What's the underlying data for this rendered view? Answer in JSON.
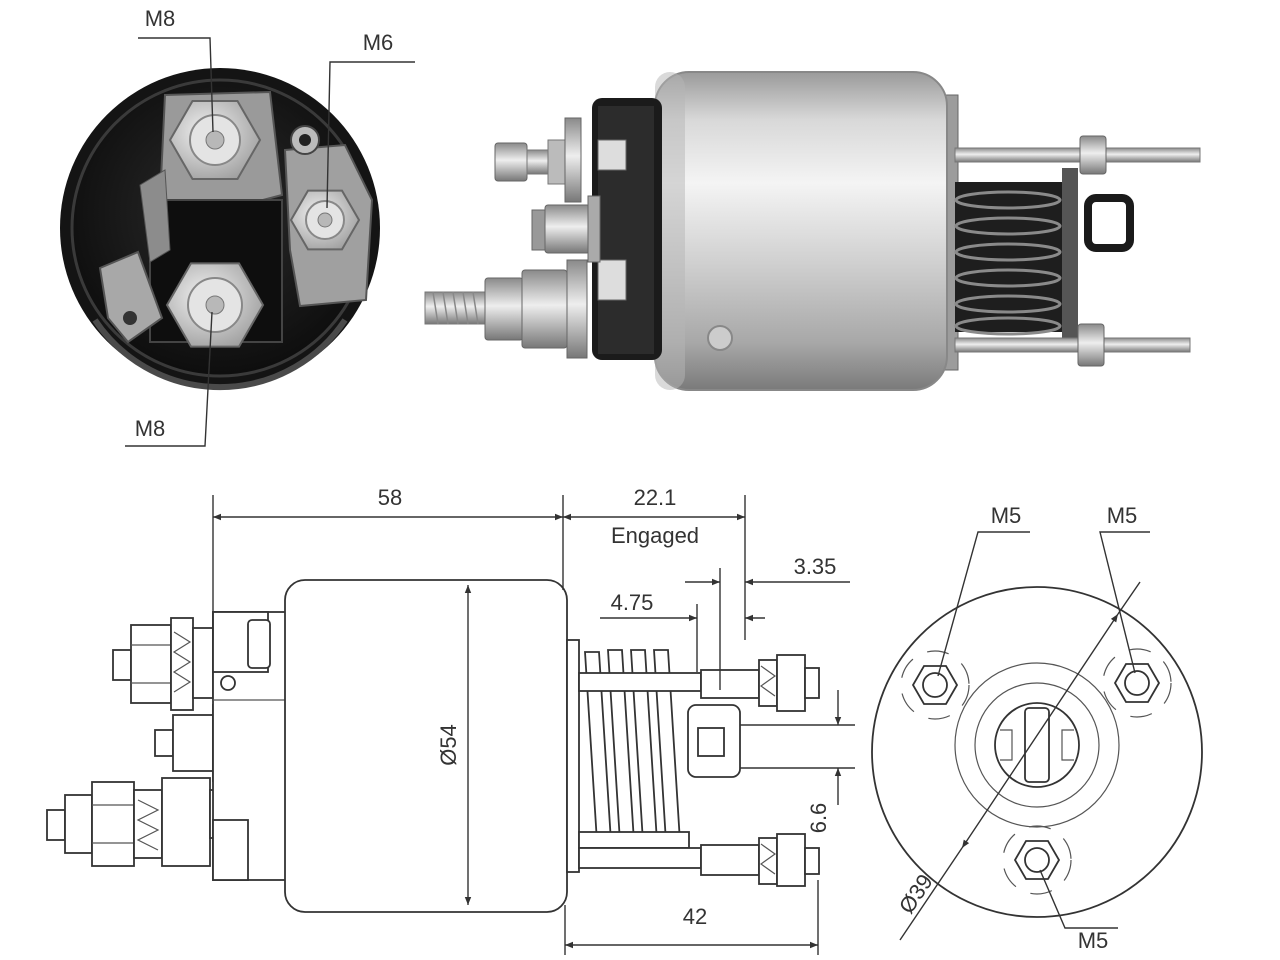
{
  "photo_end_view": {
    "terminal_top": "M8",
    "terminal_side": "M6",
    "terminal_bottom": "M8"
  },
  "side_drawing": {
    "body_length": "58",
    "stroke_length": "22.1",
    "stroke_state": "Engaged",
    "offset_a": "3.35",
    "offset_b": "4.75",
    "body_diameter": "Ø54",
    "spacing": "6.6",
    "bolt_spacing": "42"
  },
  "end_drawing": {
    "stud_left": "M5",
    "stud_right": "M5",
    "bolt_circle": "Ø39",
    "stud_bottom": "M5"
  },
  "colors": {
    "ink": "#333333",
    "background": "#ffffff",
    "housing_dark": "#141414",
    "metal_light": "#f4f4f4"
  }
}
